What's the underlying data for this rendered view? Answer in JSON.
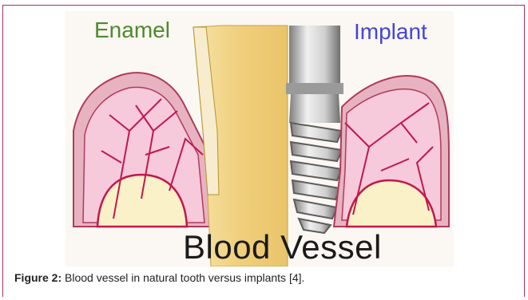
{
  "figure": {
    "labels": {
      "enamel": "Enamel",
      "implant": "Implant",
      "blood_vessel": "Blood Vessel"
    },
    "caption": {
      "label": "Figure 2:",
      "text": " Blood vessel in natural tooth versus implants [4]."
    },
    "colors": {
      "frame_border": "#a0306a",
      "enamel_label": "#4d8a2f",
      "implant_label": "#4545d6",
      "gum": "#f2b8cf",
      "gum_outline": "#b03a5e",
      "vessel": "#c0184a",
      "bone": "#fbf1c9",
      "tooth": "#f1d48a",
      "implant_metal": "#b8b8b8"
    }
  }
}
